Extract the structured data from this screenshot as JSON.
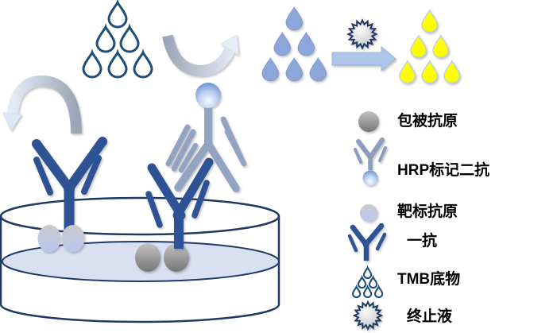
{
  "figure": {
    "type": "elisa-assay-schematic",
    "flow_icons": [
      "tmb-substrate-droplets-dark-outline",
      "mixing-swoosh-arrow",
      "bound-substrate-droplets-blue",
      "stop-solution-starburst",
      "reaction-arrow-right",
      "colored-product-droplets-yellow"
    ],
    "scene_icons": [
      "wash-arch-arrow",
      "primary-antibody-left",
      "target-antigen-pair",
      "hrp-secondary-antibody",
      "primary-antibody-right",
      "coating-antigen-pair",
      "assay-well-dish"
    ]
  },
  "legend": {
    "items": [
      {
        "label": "包被抗原",
        "icon": "coating-antigen-icon"
      },
      {
        "label": "HRP标记二抗",
        "icon": "hrp-secondary-antibody-icon"
      },
      {
        "label": "靶标抗原",
        "icon": "target-antigen-icon"
      },
      {
        "label": "一抗",
        "icon": "primary-antibody-icon"
      },
      {
        "label": "TMB底物",
        "icon": "tmb-substrate-icon"
      },
      {
        "label": "终止液",
        "icon": "stop-solution-icon"
      }
    ]
  },
  "colors": {
    "outline_navy": "#1f3864",
    "droplet_navy": "#1f4e79",
    "primary_antibody_blue": "#2e5395",
    "secondary_antibody_blue": "#93a3c2",
    "substrate_blue": "#8ca6d9",
    "product_yellow": "#fdff00",
    "reaction_arrow_blue": "#aec6ea",
    "well_liquid": "#d9e0f2",
    "antigen_gray_dark": "#7b7b7b",
    "antigen_gray_light": "#c9c9c9",
    "label_text": "#000000"
  }
}
